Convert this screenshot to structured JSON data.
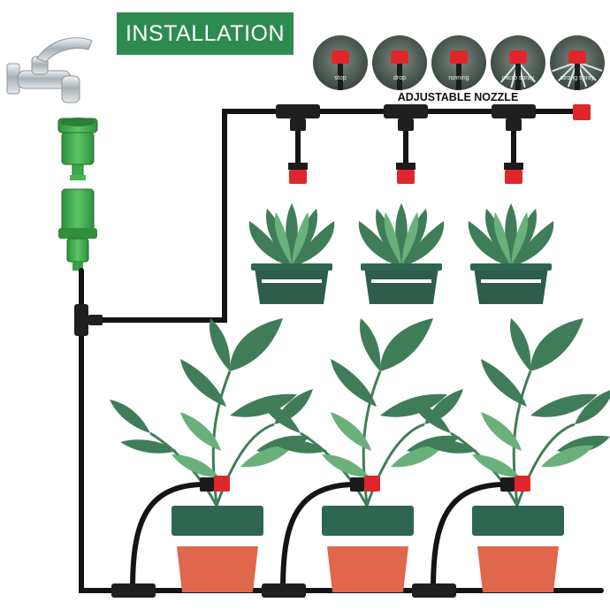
{
  "banner": {
    "title": "INSTALLATION",
    "color": "#2e8b4f"
  },
  "nozzle": {
    "title": "ADJUSTABLE NOZZLE",
    "modes": [
      "stop",
      "drop",
      "running",
      "micro spray",
      "strong spray"
    ]
  },
  "colors": {
    "pipe": "#141414",
    "nozzle_red": "#e0262b",
    "connector_green": "#3fae49",
    "leaf_dark": "#3f7d58",
    "leaf_light": "#5e9e6c",
    "pot_dark": "#2f5d4c",
    "pot_band": "#2e6652",
    "soil_orange": "#e0664c"
  },
  "icons": [
    "faucet-icon",
    "hose-connector-icon",
    "tap-adapter-icon",
    "adjustable-nozzle-icon",
    "plant-pot-icon"
  ]
}
